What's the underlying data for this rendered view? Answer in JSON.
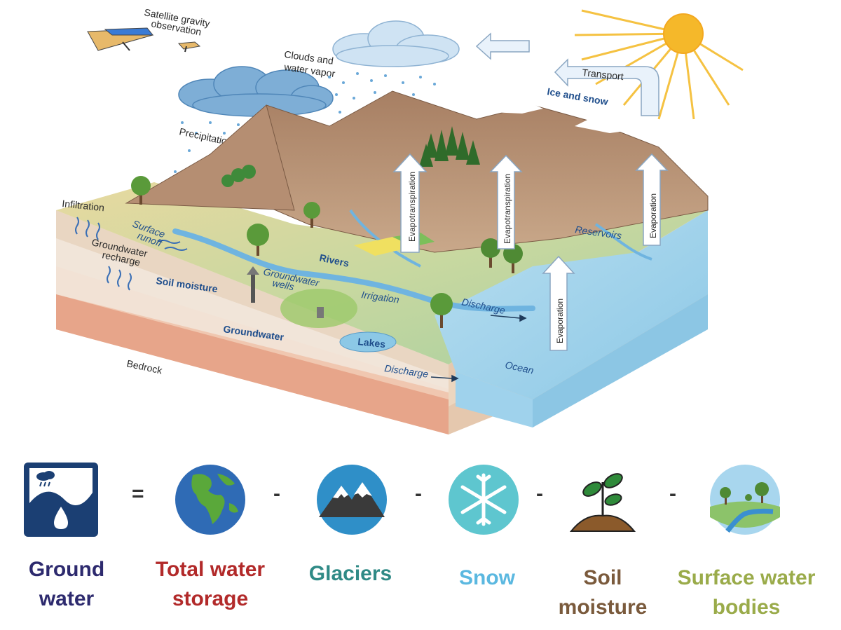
{
  "diagram": {
    "labels": {
      "satellite_1": "Satellite gravity",
      "satellite_2": "observation",
      "clouds_1": "Clouds and",
      "clouds_2": "water vapor",
      "transport": "Transport",
      "ice_snow": "Ice and snow",
      "precipitation": "Precipitation",
      "infiltration": "Infiltration",
      "surface_runoff_1": "Surface",
      "surface_runoff_2": "runoff",
      "gw_recharge_1": "Groundwater",
      "gw_recharge_2": "recharge",
      "soil_moisture": "Soil moisture",
      "gw_wells_1": "Groundwater",
      "gw_wells_2": "wells",
      "rivers": "Rivers",
      "irrigation": "Irrigation",
      "evapotranspiration_1": "Evapotranspiration",
      "evapotranspiration_2": "Evapotranspiration",
      "evaporation_1": "Evaporation",
      "evaporation_2": "Evaporation",
      "reservoirs": "Reservoirs",
      "discharge_1": "Discharge",
      "discharge_2": "Discharge",
      "groundwater": "Groundwater",
      "lakes": "Lakes",
      "ocean": "Ocean",
      "bedrock": "Bedrock"
    }
  },
  "equation": {
    "equals": "=",
    "minus": "-",
    "terms": [
      {
        "label_1": "Ground",
        "label_2": "water",
        "color": "#2d2a6e",
        "icon": "groundwater-icon"
      },
      {
        "label_1": "Total water",
        "label_2": "storage",
        "color": "#b22a2a",
        "icon": "globe-icon"
      },
      {
        "label_1": "Glaciers",
        "label_2": "",
        "color": "#2f8a86",
        "icon": "mountain-snow-icon"
      },
      {
        "label_1": "Snow",
        "label_2": "",
        "color": "#5bb8e0",
        "icon": "snowflake-icon"
      },
      {
        "label_1": "Soil",
        "label_2": "moisture",
        "color": "#7a5a3c",
        "icon": "seedling-icon"
      },
      {
        "label_1": "Surface water",
        "label_2": "bodies",
        "color": "#9aab4a",
        "icon": "landscape-icon"
      }
    ]
  }
}
